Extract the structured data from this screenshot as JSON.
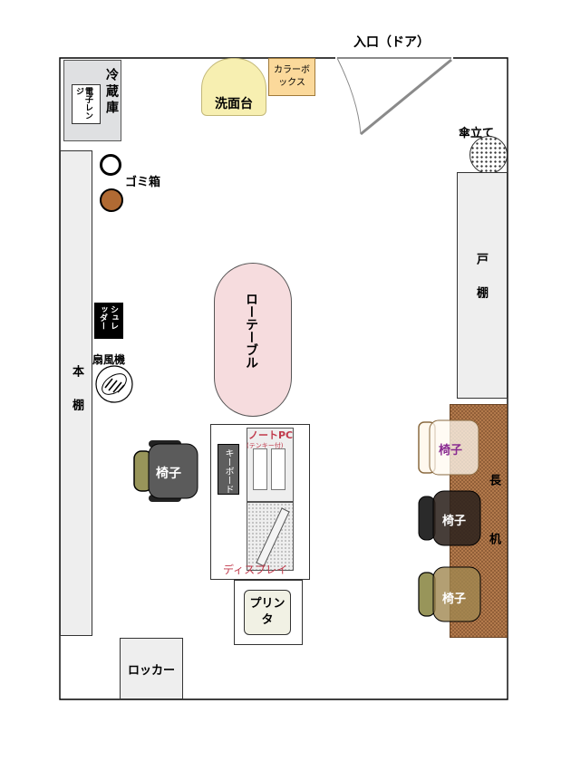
{
  "entrance": "入口（ドア）",
  "fridge": "冷蔵庫",
  "microwave": "電子レンジ",
  "sink": "洗面台",
  "colorbox": "カラーボックス",
  "umbrella": "傘立て",
  "trash": "ゴミ箱",
  "cabinet": "戸棚",
  "bookshelf": "本棚",
  "shredder": "シュレッダー",
  "fan": "扇風機",
  "lowtable": "ローテーブル",
  "chair": "椅子",
  "laptop": "ノートPC",
  "laptop_sub": "(テンキー付)",
  "keyboard": "キーボード",
  "display": "ディスプレイ",
  "printer": "プリンタ",
  "locker": "ロッカー",
  "longdesk": "長机",
  "colors": {
    "gray_fill": "#eeeeee",
    "fridge_fill": "#dfe0e2",
    "sink_fill": "#f7efb1",
    "colorbox_fill": "#fbd99b",
    "lowtable_fill": "#f6dcde",
    "desk_fill": "#b37a4c",
    "chair_dark": "#5b5b5b",
    "chair_olive": "#98955a",
    "laptop_red": "#c0394b",
    "chair_purple": "#8a2c91"
  }
}
